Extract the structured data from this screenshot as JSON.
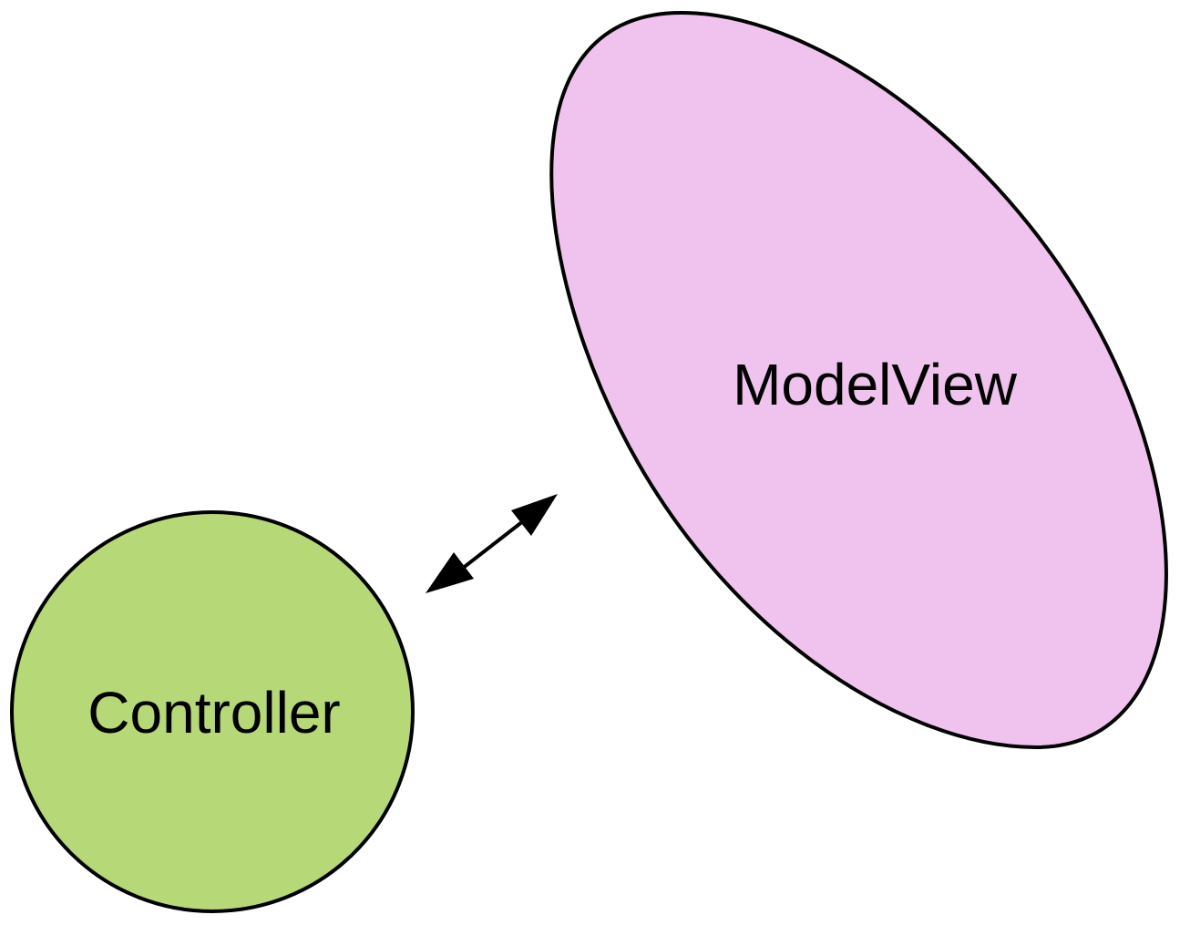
{
  "diagram": {
    "nodes": [
      {
        "id": "modelview",
        "label": "ModelView",
        "fill": "#efc3ed",
        "stroke": "#000000"
      },
      {
        "id": "controller",
        "label": "Controller",
        "fill": "#b6d877",
        "stroke": "#000000"
      }
    ],
    "edges": [
      {
        "from": "controller",
        "to": "modelview",
        "direction": "both",
        "color": "#000000"
      }
    ]
  }
}
